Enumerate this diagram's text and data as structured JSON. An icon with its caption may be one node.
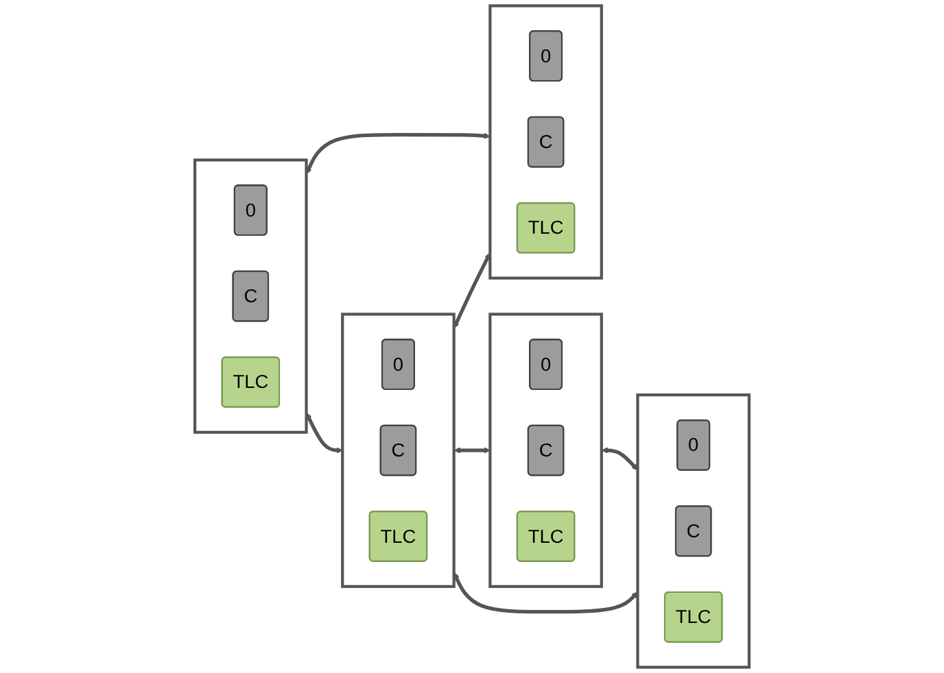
{
  "diagram": {
    "nodes": [
      {
        "text": [],
        "shape": "box"
      },
      {
        "text": [
          "0"
        ],
        "in": 0
      },
      {
        "text": [
          "C"
        ],
        "in": 0
      },
      {
        "text": [
          "TLC"
        ],
        "in": 0
      },
      {
        "text": [],
        "shape": "box"
      },
      {
        "text": [
          "0"
        ],
        "in": 4
      },
      {
        "text": [
          "C"
        ],
        "in": 4
      },
      {
        "text": [
          "TLC"
        ],
        "in": 4
      },
      {
        "text": [],
        "shape": "box"
      },
      {
        "text": [
          "0"
        ],
        "in": 8
      },
      {
        "text": [
          "C"
        ],
        "in": 8
      },
      {
        "text": [
          "TLC"
        ],
        "in": 8
      },
      {
        "text": [],
        "shape": "box"
      },
      {
        "text": [
          "0"
        ],
        "in": 12
      },
      {
        "text": [
          "C"
        ],
        "in": 12
      },
      {
        "text": [
          "TLC"
        ],
        "in": 12
      },
      {
        "text": [],
        "shape": "box"
      },
      {
        "text": [
          "0"
        ],
        "in": 16
      },
      {
        "text": [
          "C"
        ],
        "in": 16
      },
      {
        "text": [
          "TLC"
        ],
        "in": 16
      }
    ],
    "edges": [
      {
        "from": 0,
        "to": 4,
        "arrow": "both"
      },
      {
        "from": 0,
        "to": 8,
        "arrow": "both"
      },
      {
        "from": 8,
        "to": 4,
        "arrow": "both"
      },
      {
        "from": 8,
        "to": 16,
        "arrow": "both"
      },
      {
        "from": 8,
        "to": 12,
        "arrow": "both"
      },
      {
        "from": 16,
        "to": 12,
        "arrow": "both"
      }
    ]
  }
}
